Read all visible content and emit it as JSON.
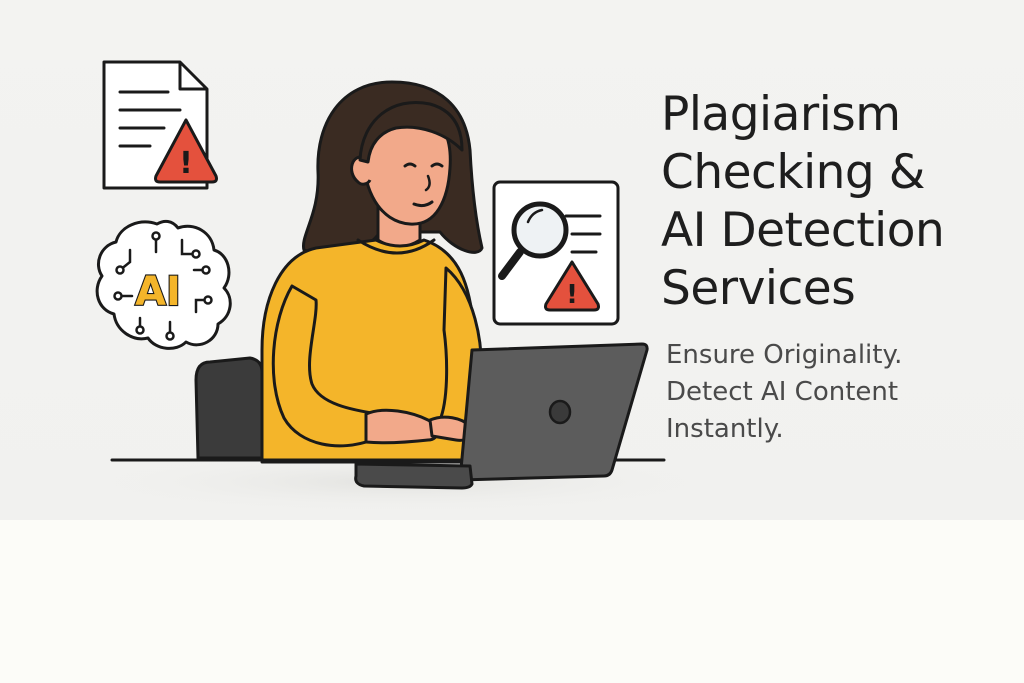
{
  "hero": {
    "title_lines": [
      "Plagiarism",
      "Checking &",
      "AI Detection",
      "Services"
    ],
    "subtitle_lines": [
      "Ensure Originality.",
      "Detect AI Content",
      "Instantly."
    ]
  },
  "badges": {
    "ai_chip_label": "AI",
    "warning_glyph": "!"
  },
  "icons": [
    "document-warning-icon",
    "ai-brain-icon",
    "magnifier-warning-icon",
    "laptop-icon"
  ],
  "colors": {
    "background": "#f2f2f0",
    "lower_area": "#fcfcf8",
    "sweater": "#f4b52a",
    "warning_red": "#e4513d",
    "hair": "#3a2b22",
    "skin": "#f2a98a",
    "laptop": "#5c5c5c",
    "text_dark": "#1e1e1e"
  }
}
